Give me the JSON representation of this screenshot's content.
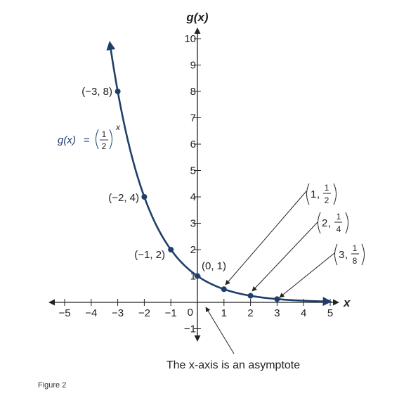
{
  "caption": "Figure 2",
  "colors": {
    "curve": "#1f3f6b",
    "axis": "#222222",
    "arrow": "#222222"
  },
  "chart_data": {
    "type": "line",
    "title": "",
    "function_label": {
      "lhs": "g(x)",
      "eq": "=",
      "num": "1",
      "den": "2",
      "exp": "x"
    },
    "xlabel": "x",
    "ylabel": "g(x)",
    "xlim": [
      -5,
      5
    ],
    "ylim": [
      -1,
      10
    ],
    "x_ticks": [
      "−5",
      "−4",
      "−3",
      "−2",
      "−1",
      "1",
      "2",
      "3",
      "4",
      "5"
    ],
    "x_tick_values": [
      -5,
      -4,
      -3,
      -2,
      -1,
      1,
      2,
      3,
      4,
      5
    ],
    "y_ticks": [
      "10",
      "9",
      "8",
      "7",
      "6",
      "5",
      "4",
      "3",
      "2",
      "1",
      "−1"
    ],
    "y_tick_values": [
      10,
      9,
      8,
      7,
      6,
      5,
      4,
      3,
      2,
      1,
      -1
    ],
    "origin_label": "0",
    "series": [
      {
        "x": [
          -3.3,
          -3,
          -2,
          -1,
          0,
          1,
          2,
          3,
          5
        ],
        "y": [
          9.85,
          8,
          4,
          2,
          1,
          0.5,
          0.25,
          0.125,
          0.03125
        ]
      }
    ],
    "points": [
      {
        "x": -3,
        "y": 8,
        "label": "(−3, 8)"
      },
      {
        "x": -2,
        "y": 4,
        "label": "(−2, 4)"
      },
      {
        "x": -1,
        "y": 2,
        "label": "(−1, 2)"
      },
      {
        "x": 0,
        "y": 1,
        "label": "(0, 1)"
      },
      {
        "x": 1,
        "y": 0.5,
        "label_whole": "1",
        "label_num": "1",
        "label_den": "2"
      },
      {
        "x": 2,
        "y": 0.25,
        "label_whole": "2",
        "label_num": "1",
        "label_den": "4"
      },
      {
        "x": 3,
        "y": 0.125,
        "label_whole": "3",
        "label_num": "1",
        "label_den": "8"
      }
    ],
    "annotation": "The x-axis is an asymptote"
  }
}
